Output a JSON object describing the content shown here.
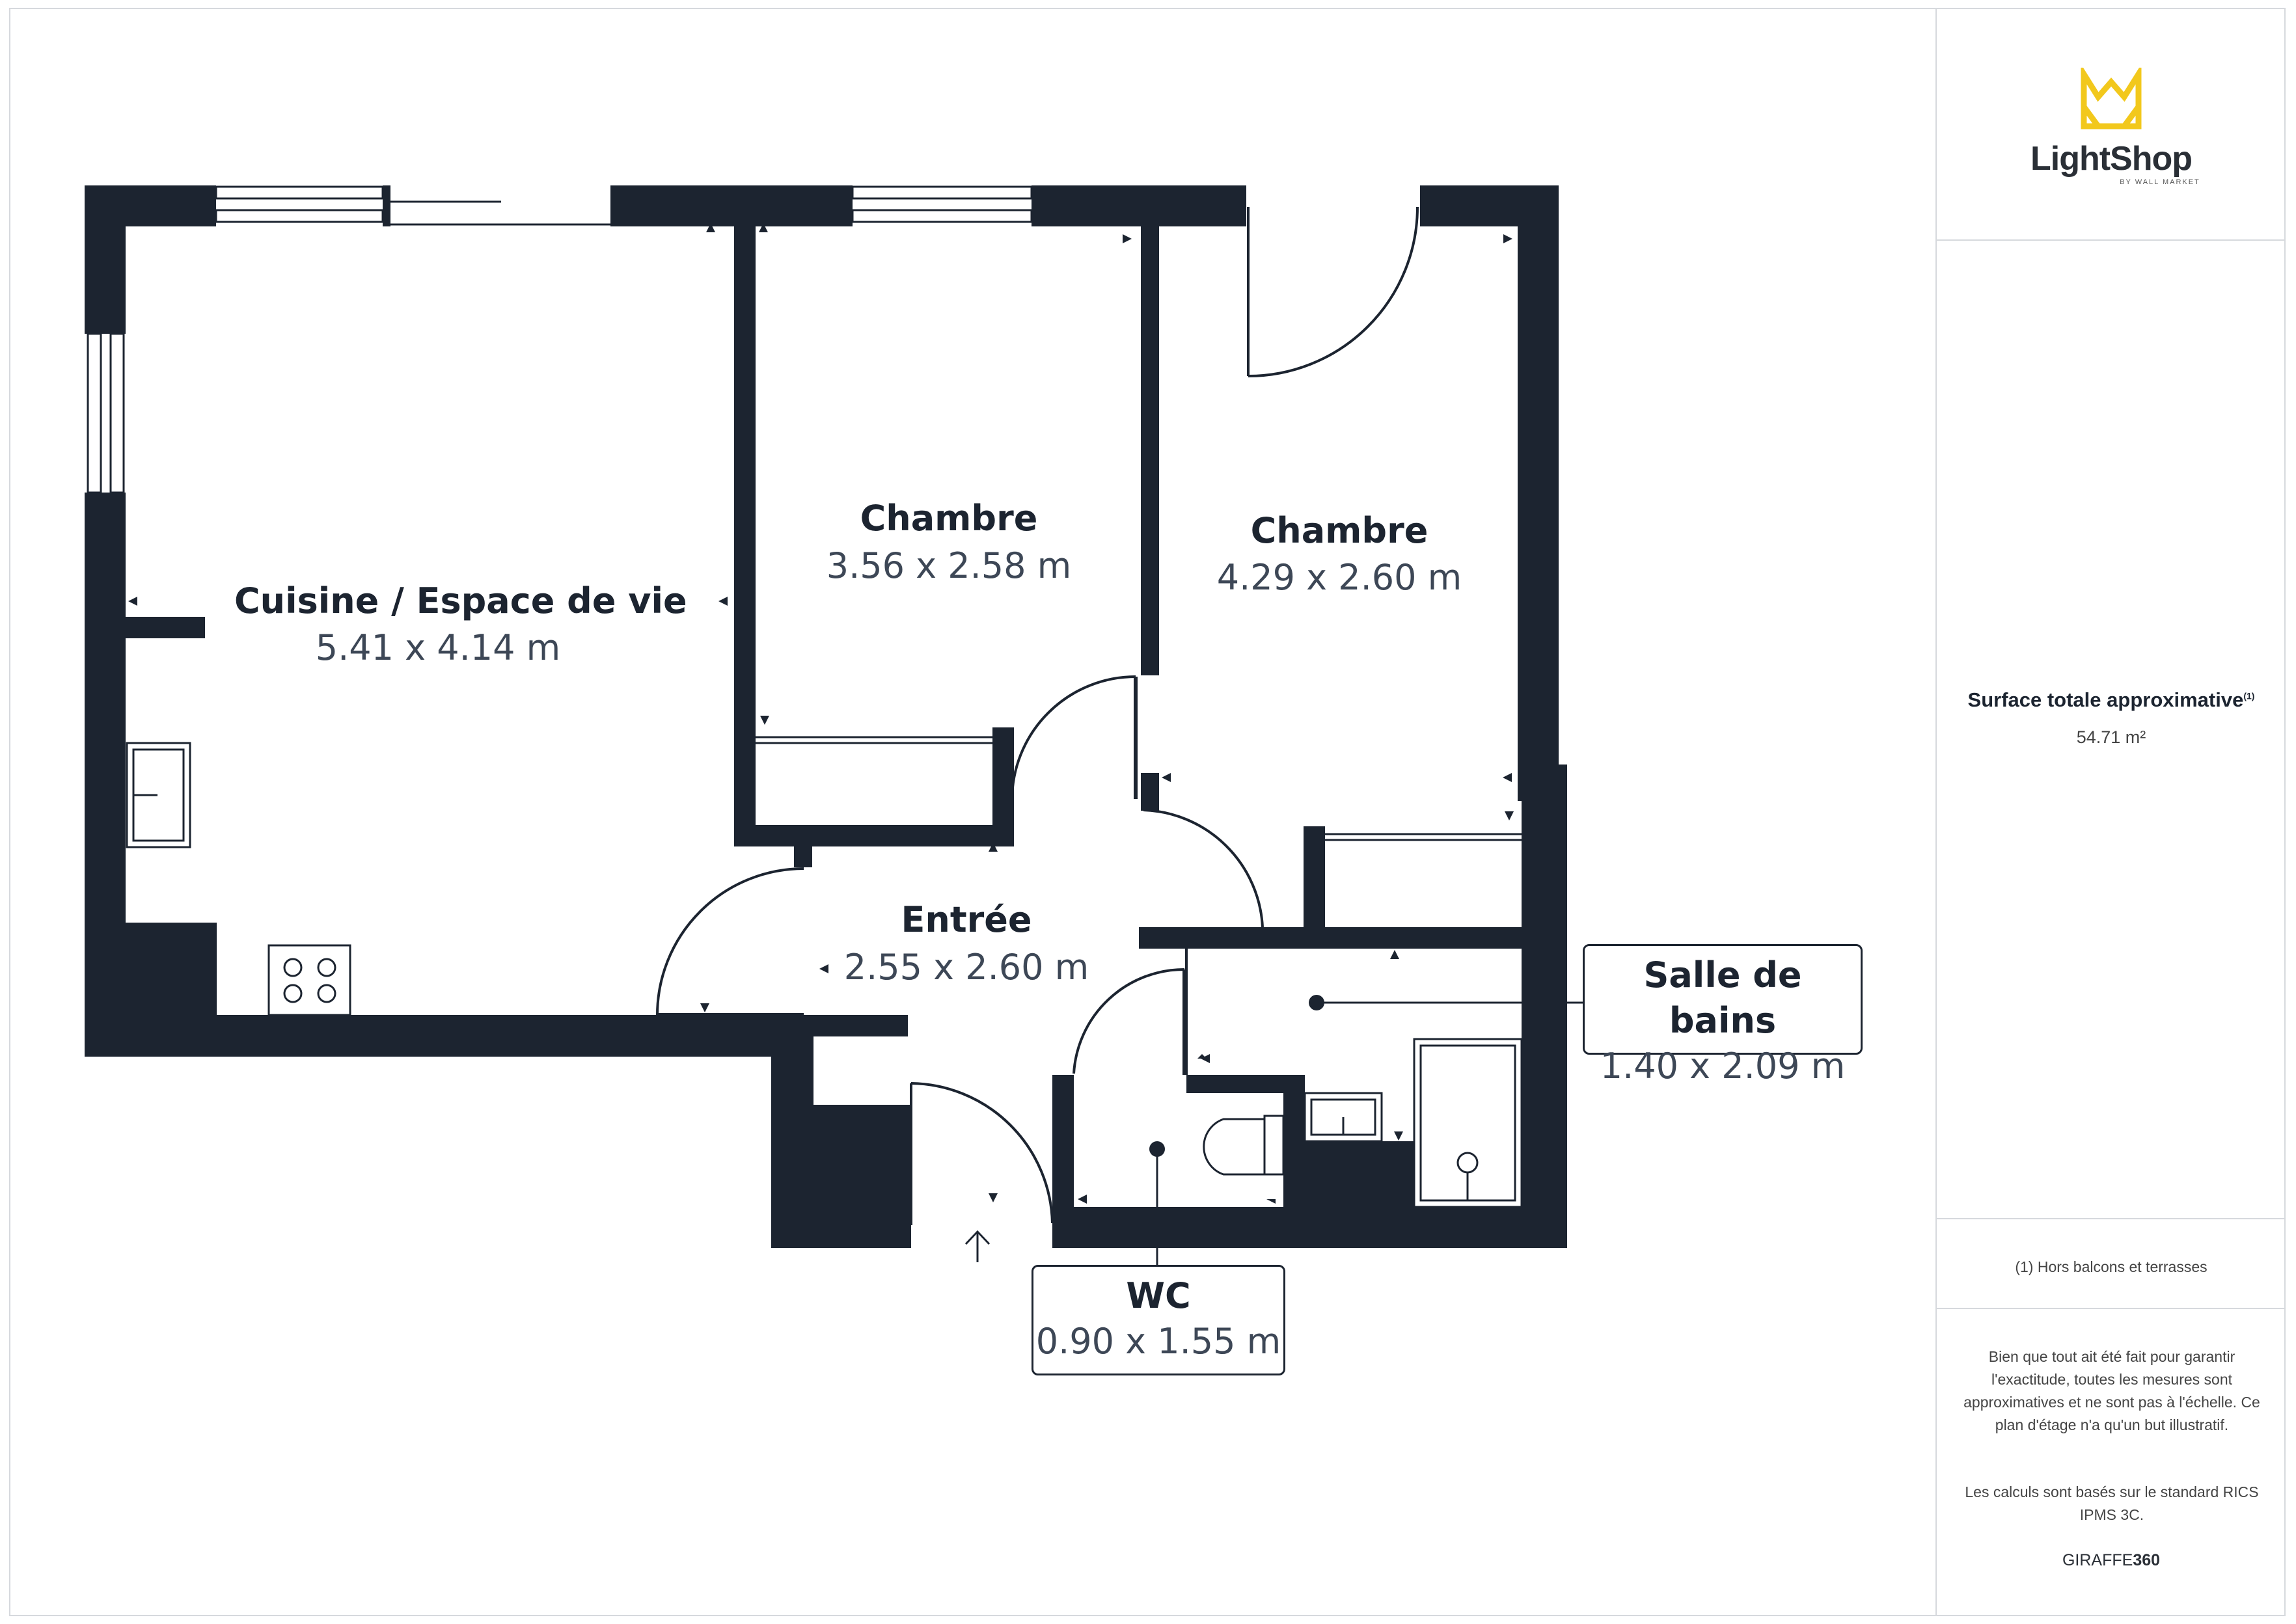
{
  "rooms": {
    "living": {
      "name": "Cuisine / Espace de vie",
      "dims": "5.41 x 4.14 m"
    },
    "bedroom1": {
      "name": "Chambre",
      "dims": "3.56 x 2.58 m"
    },
    "bedroom2": {
      "name": "Chambre",
      "dims": "4.29 x 2.60 m"
    },
    "entry": {
      "name": "Entrée",
      "dims": "2.55 x 2.60 m"
    },
    "bathroom": {
      "name": "Salle de bains",
      "dims": "1.40 x 2.09 m"
    },
    "wc": {
      "name": "WC",
      "dims": "0.90 x 1.55 m"
    }
  },
  "sidebar": {
    "logo_text": "LightShop",
    "logo_tagline": "BY WALL MARKET",
    "area_title": "Surface totale approximative",
    "area_title_note": "(1)",
    "area_value": "54.71 m²",
    "footnote": "(1) Hors balcons et terrasses",
    "disclaimer": "Bien que tout ait été fait pour garantir l'exactitude, toutes les mesures sont approximatives et ne sont pas à l'échelle. Ce plan d'étage n'a qu'un but illustratif.",
    "standard_note": "Les calculs sont basés sur le standard RICS IPMS 3C.",
    "brand_prefix": "GIRAFFE",
    "brand_suffix": "360"
  },
  "colors": {
    "wall": "#1c2430",
    "text": "#1c2430",
    "dimension_text": "#3d4756",
    "logo_accent": "#f2c81c",
    "separator": "#d6d9dd"
  },
  "icons": [
    "logo-crown-icon",
    "stove-icon",
    "sink-icon",
    "toilet-icon",
    "shower-icon",
    "entrance-arrow-icon"
  ]
}
